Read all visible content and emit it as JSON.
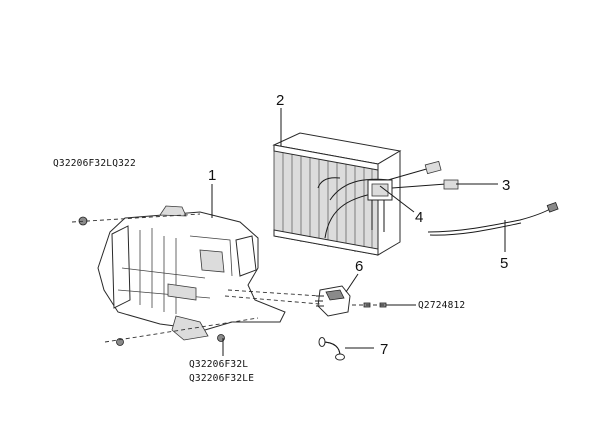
{
  "callouts": {
    "c1": "1",
    "c2": "2",
    "c3": "3",
    "c4": "4",
    "c5": "5",
    "c6": "6",
    "c7": "7"
  },
  "part_numbers": {
    "top_left": "Q32206F32LQ322",
    "right": "Q2724812",
    "bottom_line1": "Q32206F32L",
    "bottom_line2": "Q32206F32LE"
  }
}
